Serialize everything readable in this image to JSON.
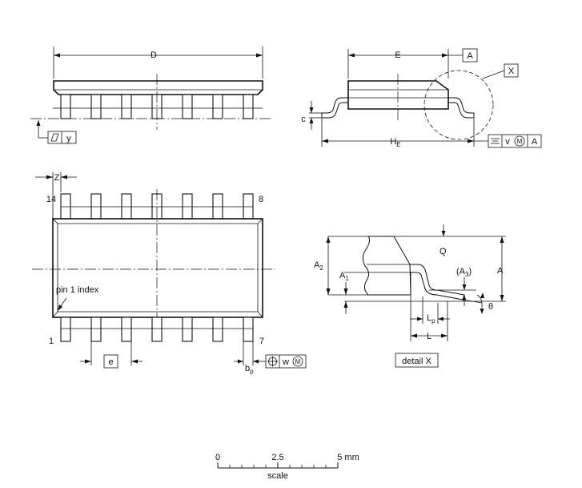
{
  "dimensions": {
    "D": "D",
    "E": "E",
    "HE_main": "H",
    "HE_sub": "E",
    "A": "A",
    "A1_main": "A",
    "A1_sub": "1",
    "A2_main": "A",
    "A2_sub": "2",
    "A3_main": "(A",
    "A3_sub": "3",
    "A3_close": ")",
    "Q": "Q",
    "L": "L",
    "Lp_main": "L",
    "Lp_sub": "p",
    "theta": "θ",
    "c": "c",
    "Z": "Z",
    "e": "e",
    "bp_main": "b",
    "bp_sub": "p"
  },
  "tolerance_frames": {
    "datum_A": "A",
    "detail_ref": "X",
    "flatness_y": "y",
    "symmetry_v": "v",
    "symmetry_M": "M",
    "symmetry_A": "A",
    "position_w": "w",
    "position_M": "M"
  },
  "pin_labels": {
    "pin14": "14",
    "pin8": "8",
    "pin1": "1",
    "pin7": "7",
    "index": "pin 1 index"
  },
  "detail_caption": "detail X",
  "scale": {
    "tick0": "0",
    "tick_mid": "2.5",
    "tick_end": "5 mm",
    "label": "scale"
  }
}
